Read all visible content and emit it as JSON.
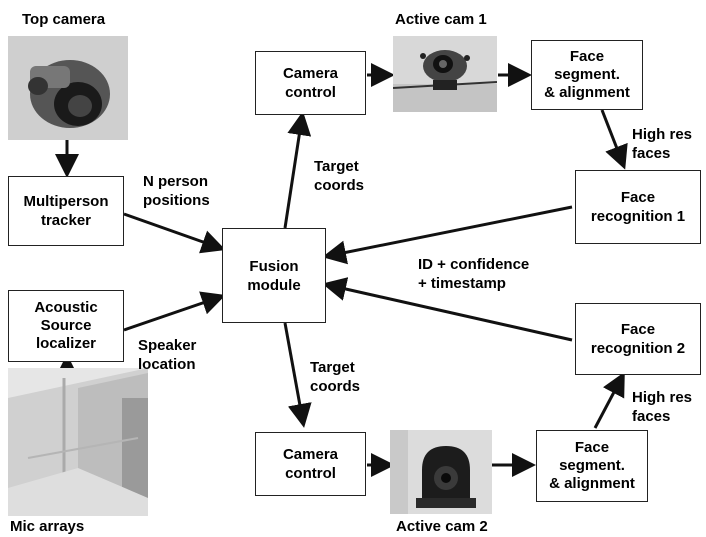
{
  "nodes": {
    "top_camera_label": "Top camera",
    "multiperson_tracker": "Multiperson\ntracker",
    "acoustic_localizer": "Acoustic\nSource\nlocalizer",
    "mic_arrays_label": "Mic arrays",
    "fusion_module": "Fusion\nmodule",
    "camera_control_1": "Camera\ncontrol",
    "camera_control_2": "Camera\ncontrol",
    "active_cam_1_label": "Active cam 1",
    "active_cam_2_label": "Active cam 2",
    "face_seg_1": "Face\nsegment.\n& alignment",
    "face_seg_2": "Face\nsegment.\n& alignment",
    "face_rec_1": "Face\nrecognition 1",
    "face_rec_2": "Face\nrecognition 2"
  },
  "edge_labels": {
    "n_person_positions": "N person\npositions",
    "speaker_location": "Speaker\nlocation",
    "target_coords_top": "Target\ncoords",
    "target_coords_bottom": "Target\ncoords",
    "high_res_faces_top": "High res\nfaces",
    "high_res_faces_bottom": "High res\nfaces",
    "id_confidence_timestamp": "ID + confidence\n+ timestamp"
  },
  "images": {
    "top_camera": "camera-photo",
    "mic_arrays": "mic-array-photo",
    "active_cam_1": "ptz-camera-photo",
    "active_cam_2": "ptz-camera-photo"
  }
}
